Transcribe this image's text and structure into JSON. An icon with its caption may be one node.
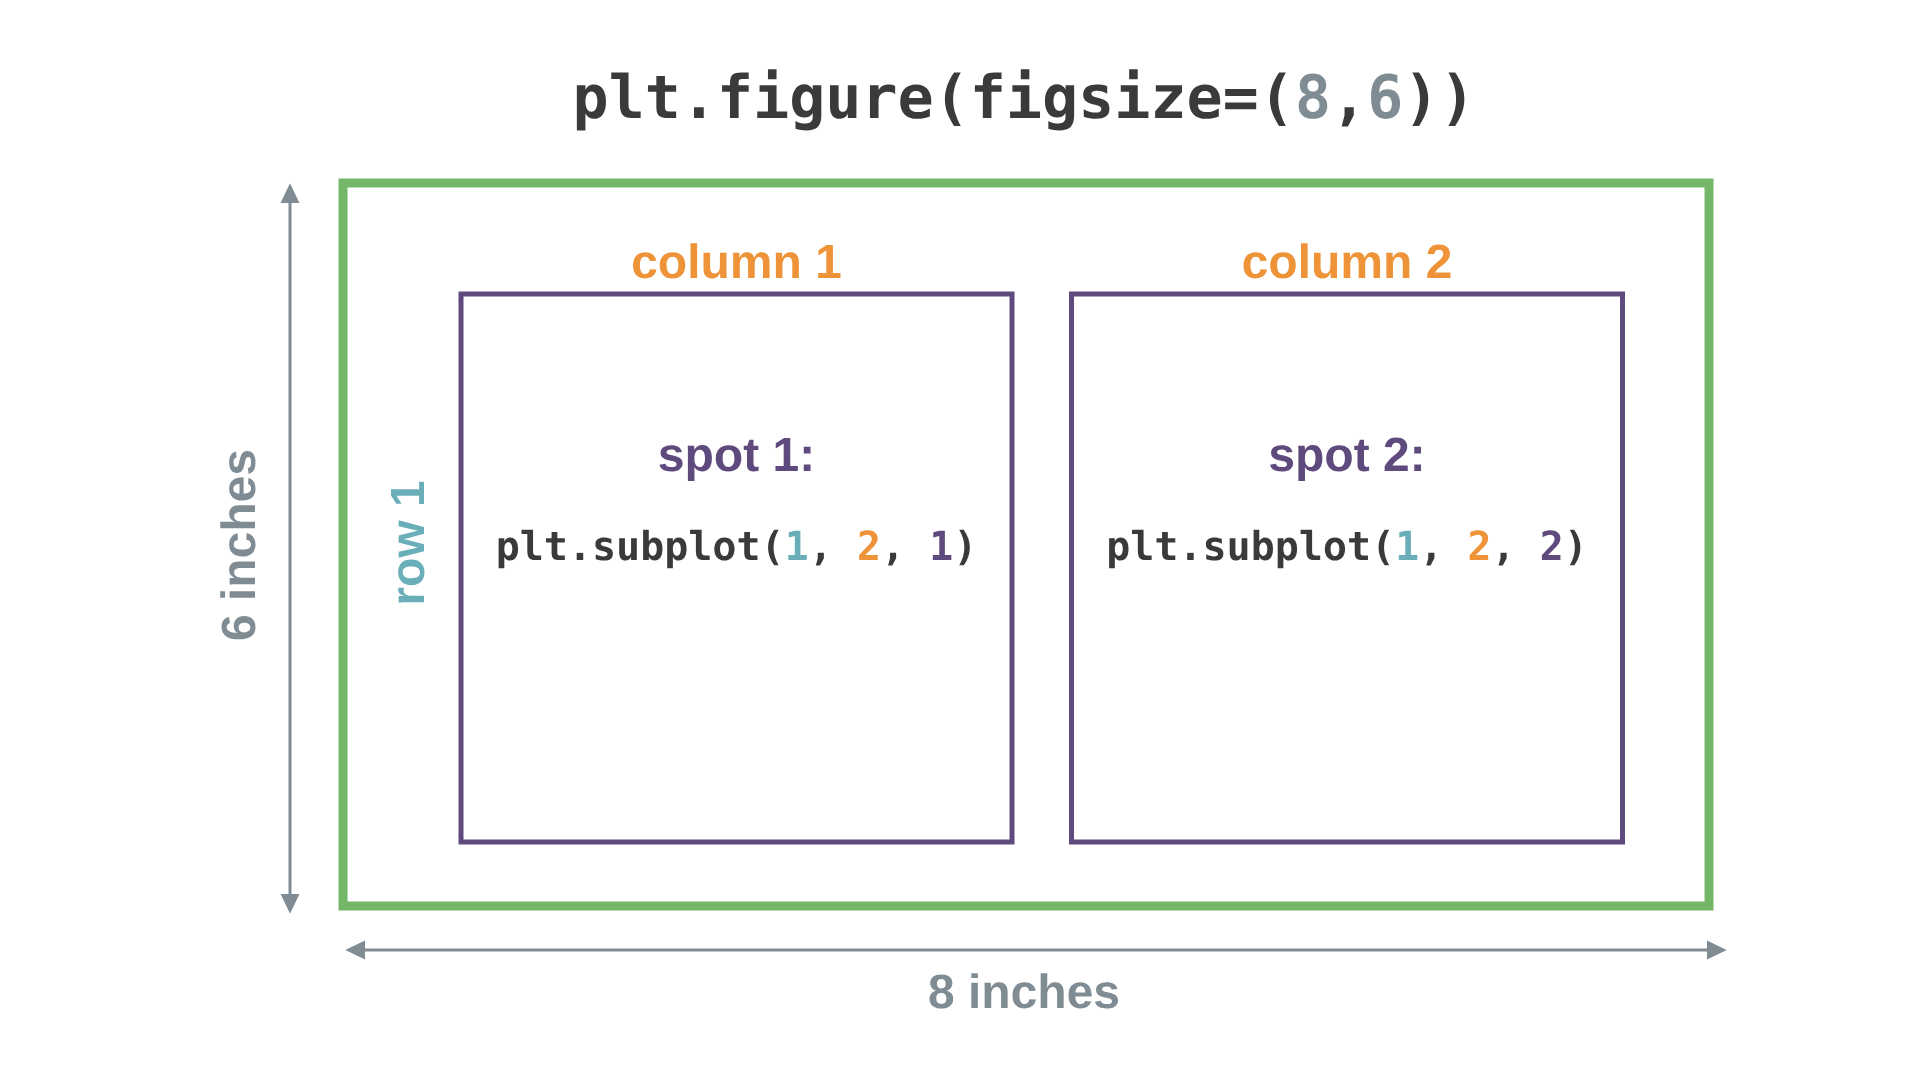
{
  "diagram": {
    "title": "plt.figure(figsize=(8,6))",
    "nodes": [
      {
        "text": [],
        "shape": "box"
      },
      {
        "text": [
          "column 1",
          "spot 1:",
          "plt.subplot(1, 2, 1)"
        ],
        "in": 0
      },
      {
        "text": [
          "column 2",
          "spot 2:",
          "plt.subplot(1, 2, 2)"
        ],
        "in": 0
      }
    ],
    "labels": [
      "6 inches",
      "row 1",
      "8 inches"
    ]
  }
}
